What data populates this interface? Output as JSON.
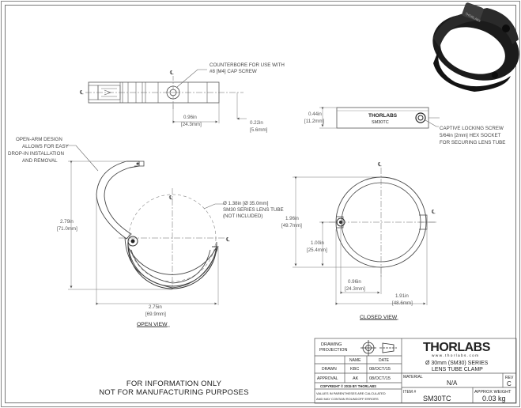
{
  "notes": {
    "counterbore": [
      "COUNTERBORE FOR USE WITH",
      "#8 [M4] CAP SCREW"
    ],
    "open_arm": [
      "OPEN-ARM DESIGN",
      "ALLOWS FOR EASY",
      "DROP-IN INSTALLATION",
      "AND REMOVAL"
    ],
    "lens_tube": [
      "Ø 1.38in [Ø 35.0mm]",
      "SM30 SERIES LENS TUBE",
      "(NOT INCLUDED)"
    ],
    "captive": [
      "CAPTIVE LOCKING SCREW",
      "5/64in [2mm] HEX SOCKET",
      "FOR SECURING LENS TUBE"
    ]
  },
  "dimensions": {
    "top_width": [
      "0.96in",
      "[24.3mm]"
    ],
    "top_gap": [
      "0.22in",
      "[5.6mm]"
    ],
    "side_height": [
      "0.44in",
      "[11.2mm]"
    ],
    "open_height": [
      "2.79in",
      "[71.0mm]"
    ],
    "open_width": [
      "2.75in",
      "[69.9mm]"
    ],
    "closed_height": [
      "1.96in",
      "[49.7mm]"
    ],
    "closed_center": [
      "1.00in",
      "[25.4mm]"
    ],
    "closed_half": [
      "0.96in",
      "[24.3mm]"
    ],
    "closed_width": [
      "1.91in",
      "[48.6mm]"
    ]
  },
  "centerline_symbol": "℄",
  "engraving": [
    "THORLABS",
    "SM30TC"
  ],
  "views": {
    "open": "OPEN VIEW",
    "closed": "CLOSED VIEW"
  },
  "footer": [
    "FOR INFORMATION ONLY",
    "NOT FOR MANUFACTURING PURPOSES"
  ],
  "title_block": {
    "drawing_projection": [
      "DRAWING",
      "PROJECTION"
    ],
    "name_header": "NAME",
    "date_header": "DATE",
    "drawn_label": "DRAWN",
    "drawn_name": "KBC",
    "drawn_date": "08/OCT/15",
    "approval_label": "APPROVAL",
    "approval_name": "AK",
    "approval_date": "08/OCT/15",
    "copyright": "COPYRIGHT © 2015 BY THORLABS",
    "values_note": [
      "VALUES IN PARENTHESES ARE CALCULATED",
      "AND MAY CONTAIN ROUNDOFF ERRORS"
    ],
    "logo": "THORLABS",
    "website": "w w w . t h o r l a b s . c o m",
    "title": [
      "Ø 30mm (SM30) SERIES",
      "LENS TUBE CLAMP"
    ],
    "material_label": "MATERIAL",
    "material_value": "N/A",
    "rev_label": "REV",
    "rev_value": "C",
    "item_label": "ITEM #",
    "item_value": "SM30TC",
    "weight_label": "APPROX WEIGHT",
    "weight_value": "0.03 kg"
  }
}
